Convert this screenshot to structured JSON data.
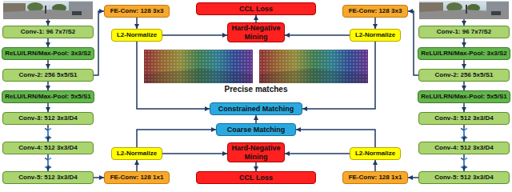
{
  "diagram": {
    "nodes": [
      {
        "text": [
          "Conv-1: 96 7x7/S2"
        ]
      },
      {
        "text": [
          "ReLU/LRN/Max-Pool: 3x3/S2"
        ]
      },
      {
        "text": [
          "Conv-2: 256 5x5/S1"
        ]
      },
      {
        "text": [
          "ReLU/LRN/Max-Pool: 5x5/S1"
        ]
      },
      {
        "text": [
          "Conv-3: 512 3x3/D4"
        ]
      },
      {
        "text": [
          "Conv-4: 512 3x3/D4"
        ]
      },
      {
        "text": [
          "Conv-5: 512 3x3/D4"
        ]
      },
      {
        "text": [
          "FE-Conv: 128 3x3"
        ]
      },
      {
        "text": [
          "L2-Normalize"
        ]
      },
      {
        "text": [
          "L2-Normalize"
        ]
      },
      {
        "text": [
          "FE-Conv: 128 1x1"
        ]
      },
      {
        "text": [
          "CCL Loss"
        ]
      },
      {
        "text": [
          "Hard-Negative Mining"
        ]
      },
      {
        "text": [
          "Constrained Matching"
        ]
      },
      {
        "text": [
          "Coarse Matching"
        ]
      },
      {
        "text": [
          "Hard-Negative Mining"
        ]
      },
      {
        "text": [
          "CCL Loss"
        ]
      },
      {
        "text": [
          "FE-Conv: 128 3x3"
        ]
      },
      {
        "text": [
          "L2-Normalize"
        ]
      },
      {
        "text": [
          "L2-Normalize"
        ]
      },
      {
        "text": [
          "FE-Conv: 128 1x1"
        ]
      },
      {
        "text": [
          "Conv-1: 96 7x7/S2"
        ]
      },
      {
        "text": [
          "ReLU/LRN/Max-Pool: 3x3/S2"
        ]
      },
      {
        "text": [
          "Conv-2: 256 5x5/S1"
        ]
      },
      {
        "text": [
          "ReLU/LRN/Max-Pool: 5x5/S1"
        ]
      },
      {
        "text": [
          "Conv-3: 512 3x3/D4"
        ]
      },
      {
        "text": [
          "Conv-4: 512 3x3/D4"
        ]
      },
      {
        "text": [
          "Conv-5: 512 3x3/D4"
        ]
      }
    ],
    "edges": [
      {
        "from": 0,
        "to": 1,
        "arrow": "to"
      },
      {
        "from": 1,
        "to": 2,
        "arrow": "to"
      },
      {
        "from": 2,
        "to": 3,
        "arrow": "to"
      },
      {
        "from": 3,
        "to": 4,
        "arrow": "to"
      },
      {
        "from": 4,
        "to": 5,
        "arrow": "to"
      },
      {
        "from": 5,
        "to": 6,
        "arrow": "to"
      },
      {
        "from": 2,
        "to": 7,
        "arrow": "to"
      },
      {
        "from": 7,
        "to": 8,
        "arrow": "to"
      },
      {
        "from": 8,
        "to": 12,
        "arrow": "to"
      },
      {
        "from": 12,
        "to": 11,
        "arrow": "to"
      },
      {
        "from": 8,
        "to": 13,
        "arrow": "to"
      },
      {
        "from": 6,
        "to": 10,
        "arrow": "to"
      },
      {
        "from": 10,
        "to": 9,
        "arrow": "to"
      },
      {
        "from": 9,
        "to": 15,
        "arrow": "to"
      },
      {
        "from": 15,
        "to": 16,
        "arrow": "to"
      },
      {
        "from": 9,
        "to": 14,
        "arrow": "to"
      },
      {
        "from": 14,
        "to": 13,
        "arrow": "to"
      },
      {
        "from": 21,
        "to": 22,
        "arrow": "to"
      },
      {
        "from": 22,
        "to": 23,
        "arrow": "to"
      },
      {
        "from": 23,
        "to": 24,
        "arrow": "to"
      },
      {
        "from": 24,
        "to": 25,
        "arrow": "to"
      },
      {
        "from": 25,
        "to": 26,
        "arrow": "to"
      },
      {
        "from": 26,
        "to": 27,
        "arrow": "to"
      },
      {
        "from": 23,
        "to": 17,
        "arrow": "to"
      },
      {
        "from": 17,
        "to": 18,
        "arrow": "to"
      },
      {
        "from": 18,
        "to": 12,
        "arrow": "to"
      },
      {
        "from": 18,
        "to": 13,
        "arrow": "to"
      },
      {
        "from": 27,
        "to": 20,
        "arrow": "to"
      },
      {
        "from": 20,
        "to": 19,
        "arrow": "to"
      },
      {
        "from": 19,
        "to": 15,
        "arrow": "to"
      },
      {
        "from": 19,
        "to": 14,
        "arrow": "to"
      }
    ],
    "labels": [
      "Precise matches"
    ]
  }
}
